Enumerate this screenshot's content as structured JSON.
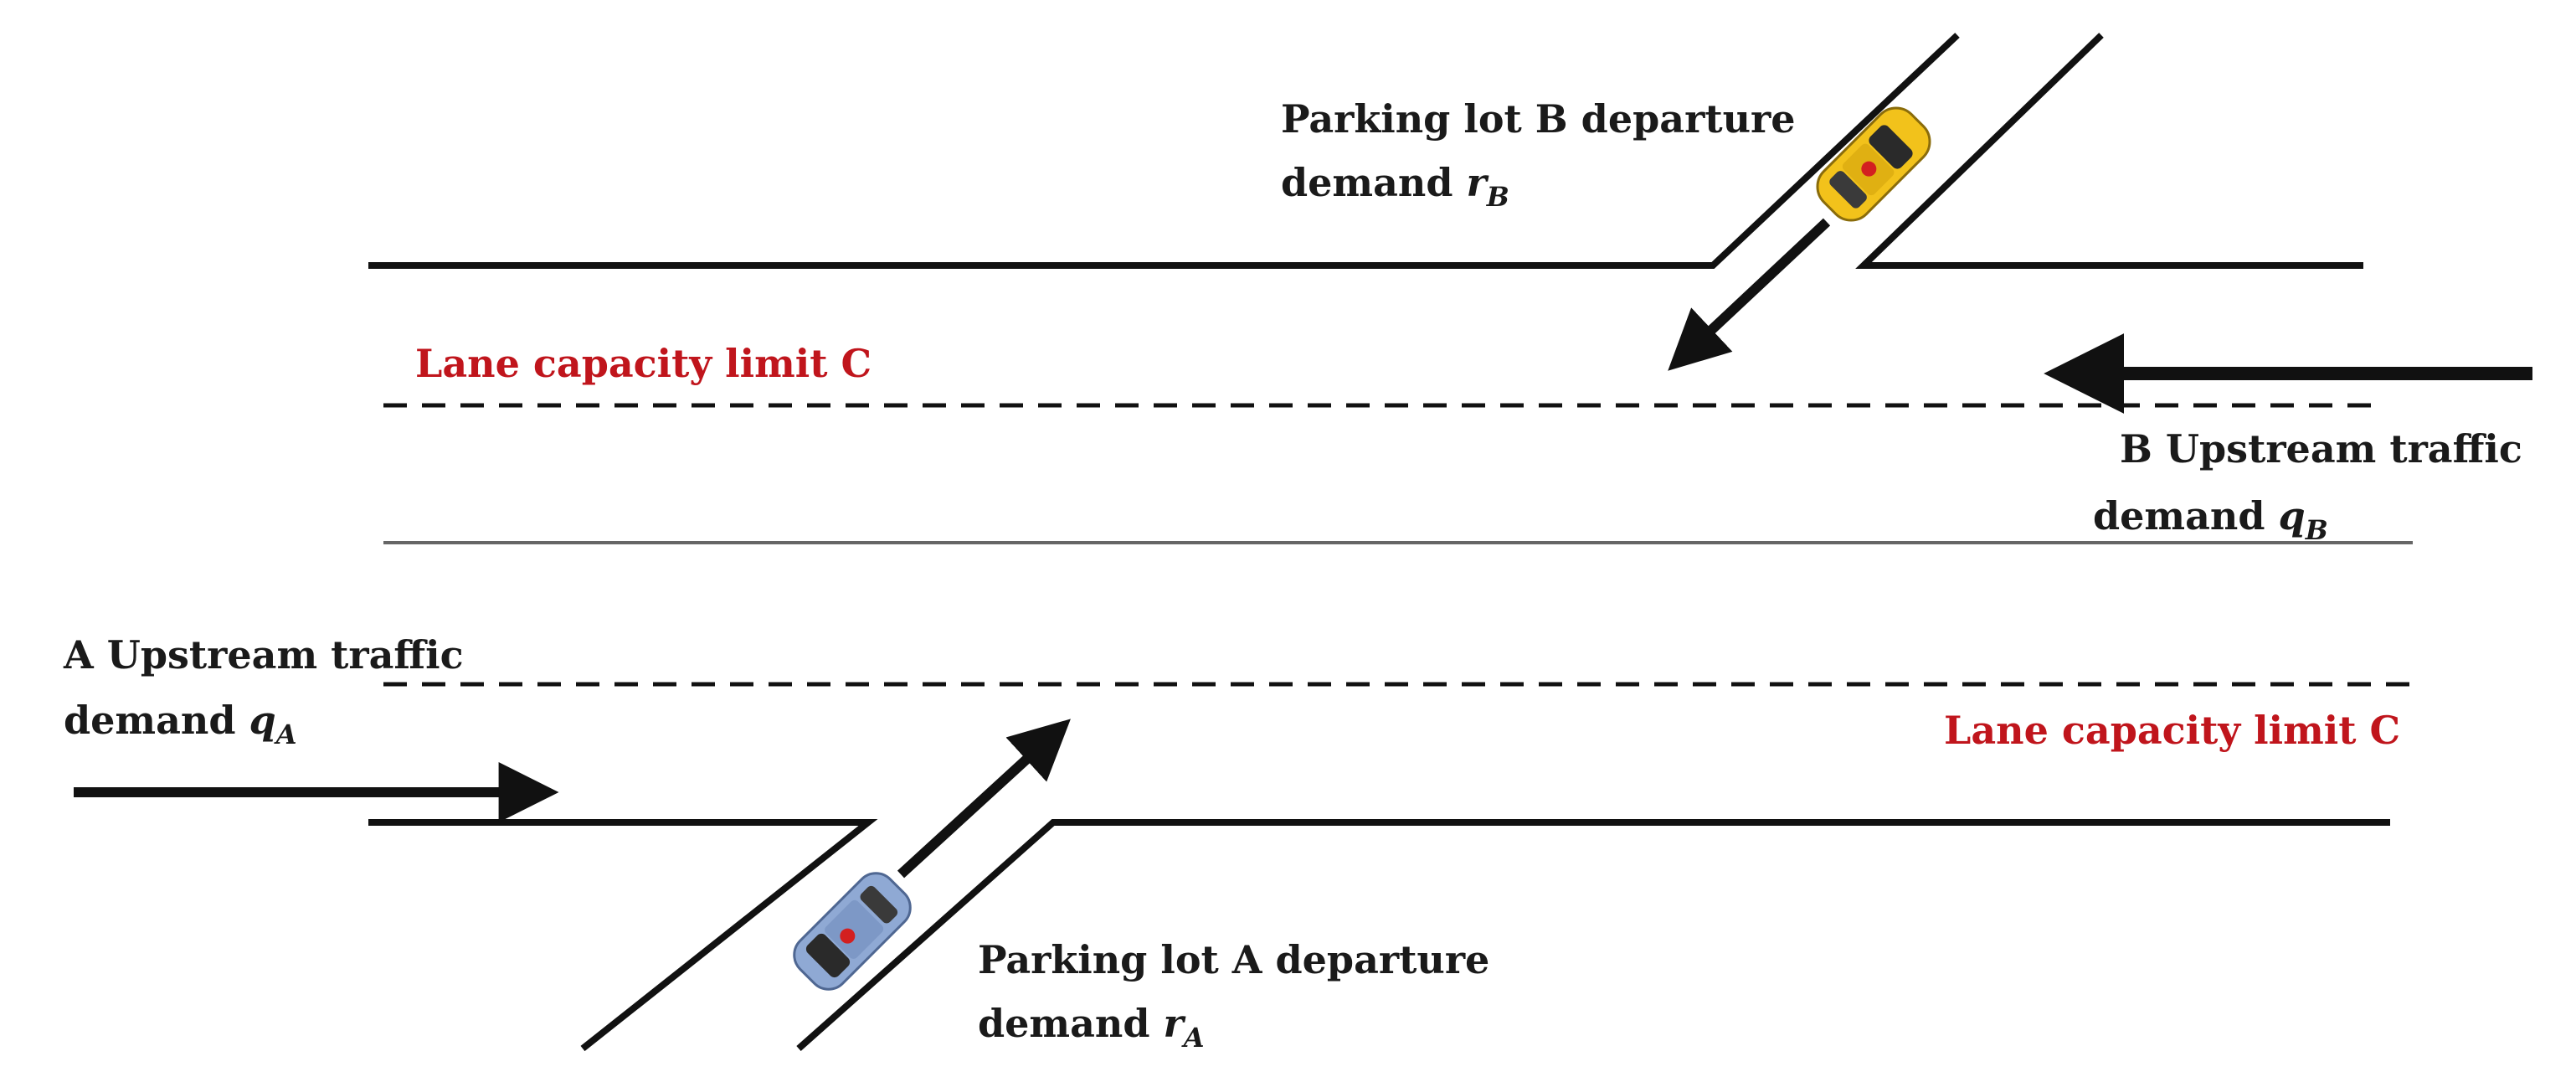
{
  "parking_b": {
    "line1": "Parking lot B departure",
    "line2_prefix": "demand ",
    "var": "r",
    "sub": "B"
  },
  "parking_a": {
    "line1": "Parking lot A departure",
    "line2_prefix": "demand ",
    "var": "r",
    "sub": "A"
  },
  "upstream_b": {
    "line1": "B Upstream traffic",
    "line2_prefix": "demand ",
    "var": "q",
    "sub": "B"
  },
  "upstream_a": {
    "line1": "A Upstream traffic",
    "line2_prefix": "demand ",
    "var": "q",
    "sub": "A"
  },
  "capacity_top": {
    "text": "Lane capacity limit C"
  },
  "capacity_bottom": {
    "text": "Lane capacity limit C"
  },
  "colors": {
    "line": "#111111",
    "label": "#1a1a1a",
    "capacity_label": "#c0151c",
    "car_b": "#f2c21b",
    "car_a": "#8fa9d4"
  }
}
